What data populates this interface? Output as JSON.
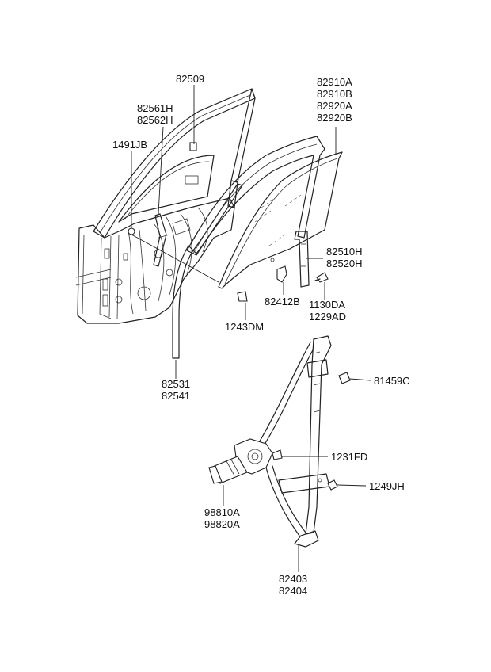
{
  "diagram": {
    "labels": {
      "p82509": "82509",
      "p82561H": "82561H",
      "p82562H": "82562H",
      "p1491JB": "1491JB",
      "p82910A": "82910A",
      "p82910B": "82910B",
      "p82920A": "82920A",
      "p82920B": "82920B",
      "p82510H": "82510H",
      "p82520H": "82520H",
      "p82412B": "82412B",
      "p1130DA": "1130DA",
      "p1229AD": "1229AD",
      "p1243DM": "1243DM",
      "p82531": "82531",
      "p82541": "82541",
      "p81459C": "81459C",
      "p1231FD": "1231FD",
      "p1249JH": "1249JH",
      "p98810A": "98810A",
      "p98820A": "98820A",
      "p82403": "82403",
      "p82404": "82404"
    }
  }
}
